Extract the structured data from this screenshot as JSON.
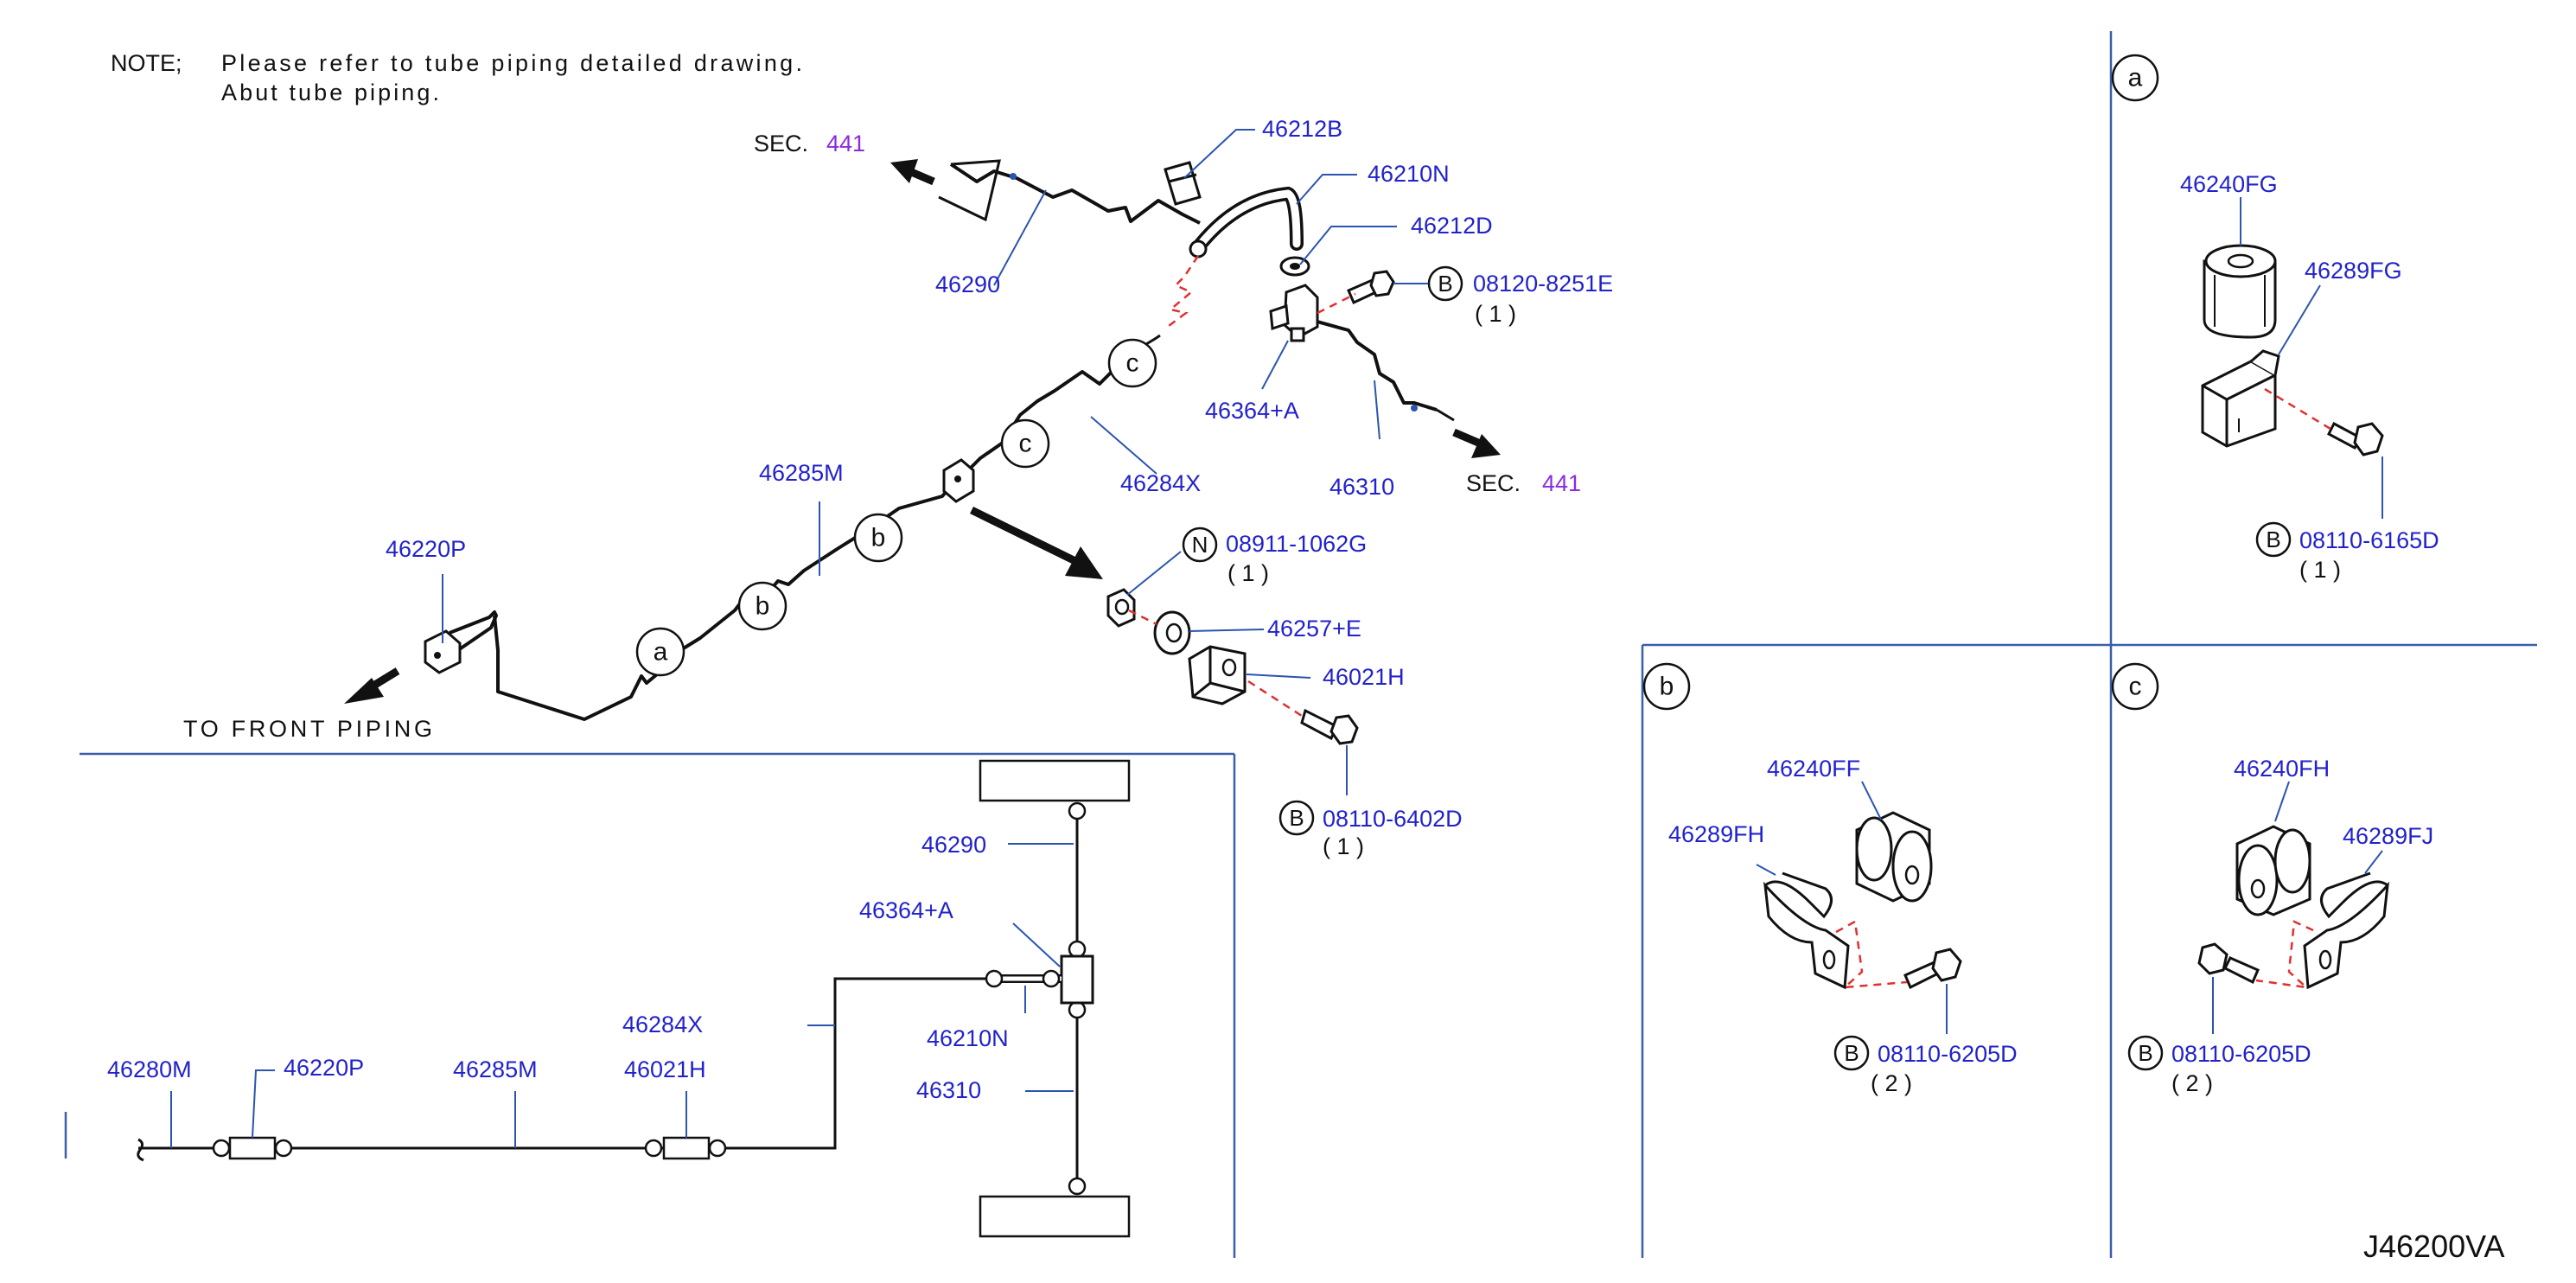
{
  "note": {
    "prefix": "NOTE;",
    "line1": "Please refer to tube piping detailed drawing.",
    "line2": "Abut tube piping."
  },
  "labels": {
    "to_front_piping": "TO FRONT PIPING",
    "sec_prefix": "SEC.",
    "sec_number": "441",
    "figure_id": "J46200VA"
  },
  "markers": {
    "a": "a",
    "b": "b",
    "c": "c",
    "B": "B",
    "N": "N"
  },
  "main_parts": {
    "p46212B": "46212B",
    "p46210N": "46210N",
    "p46212D": "46212D",
    "p46290": "46290",
    "bolt_08120": "08120-8251E",
    "qty_1": "( 1 )",
    "p46364A": "46364+A",
    "p46310": "46310",
    "p46284X": "46284X",
    "p46285M": "46285M",
    "p46220P": "46220P",
    "nut_08911": "08911-1062G",
    "p46257E": "46257+E",
    "p46021H": "46021H",
    "bolt_08110_6402D": "08110-6402D"
  },
  "schematic": {
    "p46290": "46290",
    "p46364A": "46364+A",
    "p46284X": "46284X",
    "p46210N": "46210N",
    "p46310": "46310",
    "p46280M": "46280M",
    "p46220P": "46220P",
    "p46285M": "46285M",
    "p46021H": "46021H"
  },
  "detail_a": {
    "p46240FG": "46240FG",
    "p46289FG": "46289FG",
    "bolt": "08110-6165D",
    "qty": "( 1 )"
  },
  "detail_b": {
    "p46240FF": "46240FF",
    "p46289FH": "46289FH",
    "bolt": "08110-6205D",
    "qty": "( 2 )"
  },
  "detail_c": {
    "p46240FH": "46240FH",
    "p46289FJ": "46289FJ",
    "bolt": "08110-6205D",
    "qty": "( 2 )"
  }
}
